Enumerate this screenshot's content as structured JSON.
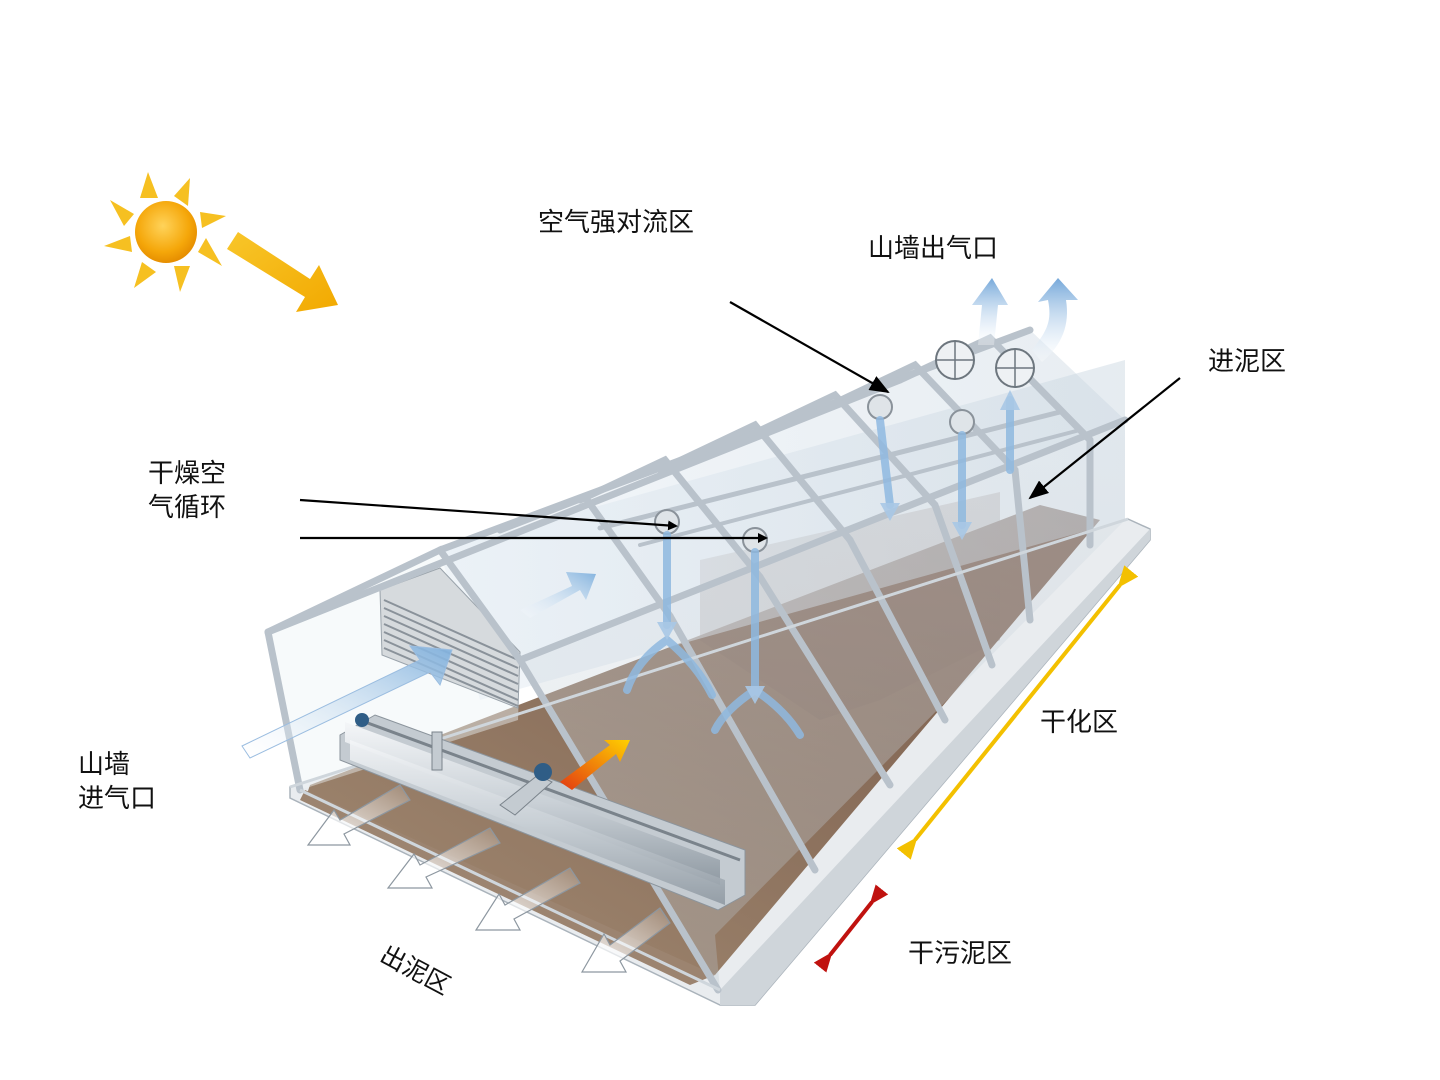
{
  "labels": {
    "air_convection_zone": "空气强对流区",
    "gable_air_outlet": "山墙出气口",
    "sludge_inlet_zone": "进泥区",
    "dry_air_circulation": "干燥空\n气循环",
    "drying_zone": "干化区",
    "gable_air_inlet": "山墙\n进气口",
    "sludge_outlet_zone": "出泥区",
    "dry_sludge_zone": "干污泥区"
  },
  "colors": {
    "sun": "#f5a70a",
    "sun_ray": "#f6c021",
    "zone_arrow_yellow": "#f3c000",
    "zone_arrow_red": "#c0120f",
    "airflow": "#8fb9e0",
    "pointer": "#000000",
    "frame": "#b9c2cb",
    "sludge": "#8a6f5c"
  },
  "icons": [
    "sun-icon",
    "exhaust-fan-icon",
    "circulation-fan-icon",
    "heater-icon",
    "turner-machine"
  ]
}
